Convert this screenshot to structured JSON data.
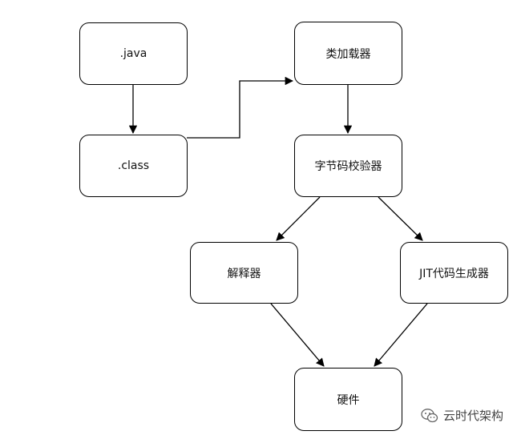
{
  "nodes": {
    "java": ".java",
    "class": ".class",
    "classloader": "类加载器",
    "verifier": "字节码校验器",
    "interpreter": "解释器",
    "jit": "JIT代码生成器",
    "hardware": "硬件"
  },
  "watermark": {
    "text": "云时代架构",
    "icon": "wechat-icon"
  }
}
